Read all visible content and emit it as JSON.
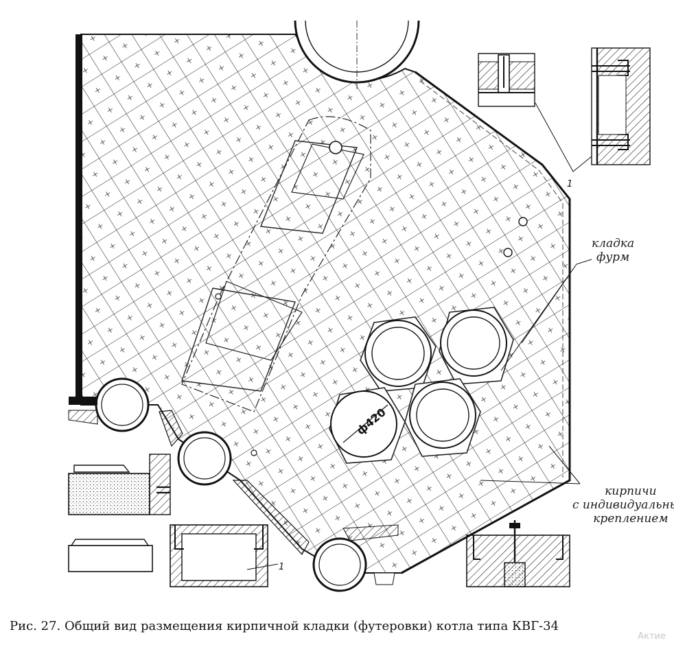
{
  "labels": {
    "furm_line1": "кладка",
    "furm_line2": "фурм",
    "bricks_line1": "кирпичи",
    "bricks_line2": "с  индивидуальным",
    "bricks_line3": "креплением",
    "dimension": "ф420",
    "callout_1a": "1",
    "callout_1b": "1"
  },
  "caption": "Рис. 27. Общий вид размещения кирпичной кладки (футеровки) котла типа КВГ-34",
  "watermark": "Актие"
}
